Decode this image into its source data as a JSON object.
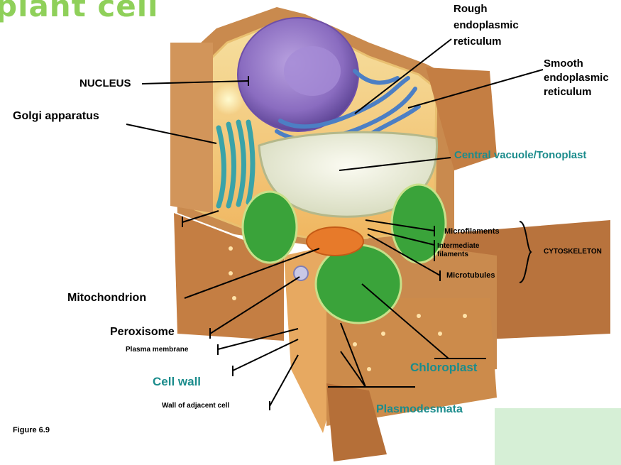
{
  "title": "plant cell",
  "figure_label": "Figure 6.9",
  "labels": {
    "rough_er": "Rough endoplasmic reticulum",
    "rough_er_1": "Rough",
    "rough_er_2": "endoplasmic",
    "rough_er_3": "reticulum",
    "smooth_er_1": "Smooth",
    "smooth_er_2": "endoplasmic",
    "smooth_er_3": "reticulum",
    "nucleus": "NUCLEUS",
    "golgi": "Golgi apparatus",
    "central_vacuole": "Central vacuole/Tonoplast",
    "microfilaments": "Microfilaments",
    "intermediate_1": "Intermediate",
    "intermediate_2": "filaments",
    "microtubules": "Microtubules",
    "cytoskeleton": "CYTOSKELETON",
    "mitochondrion": "Mitochondrion",
    "peroxisome": "Peroxisome",
    "plasma_membrane": "Plasma membrane",
    "cell_wall": "Cell wall",
    "wall_adjacent": "Wall of adjacent cell",
    "chloroplast": "Chloroplast",
    "plasmodesmata": "Plasmodesmata"
  },
  "colors": {
    "title_green": "#8fd05a",
    "teal_label": "#1b8c8c",
    "cell_wall_tan": "#c8874a",
    "cytoplasm_yellow": "#f3d48a",
    "nucleus_purple": "#8a6cc0",
    "er_blue": "#5b8fd0",
    "vacuole": "#e9eedc",
    "chloroplast_green": "#3aa33a",
    "mito_orange": "#e77a2a",
    "note_box": "#d6efd6"
  }
}
